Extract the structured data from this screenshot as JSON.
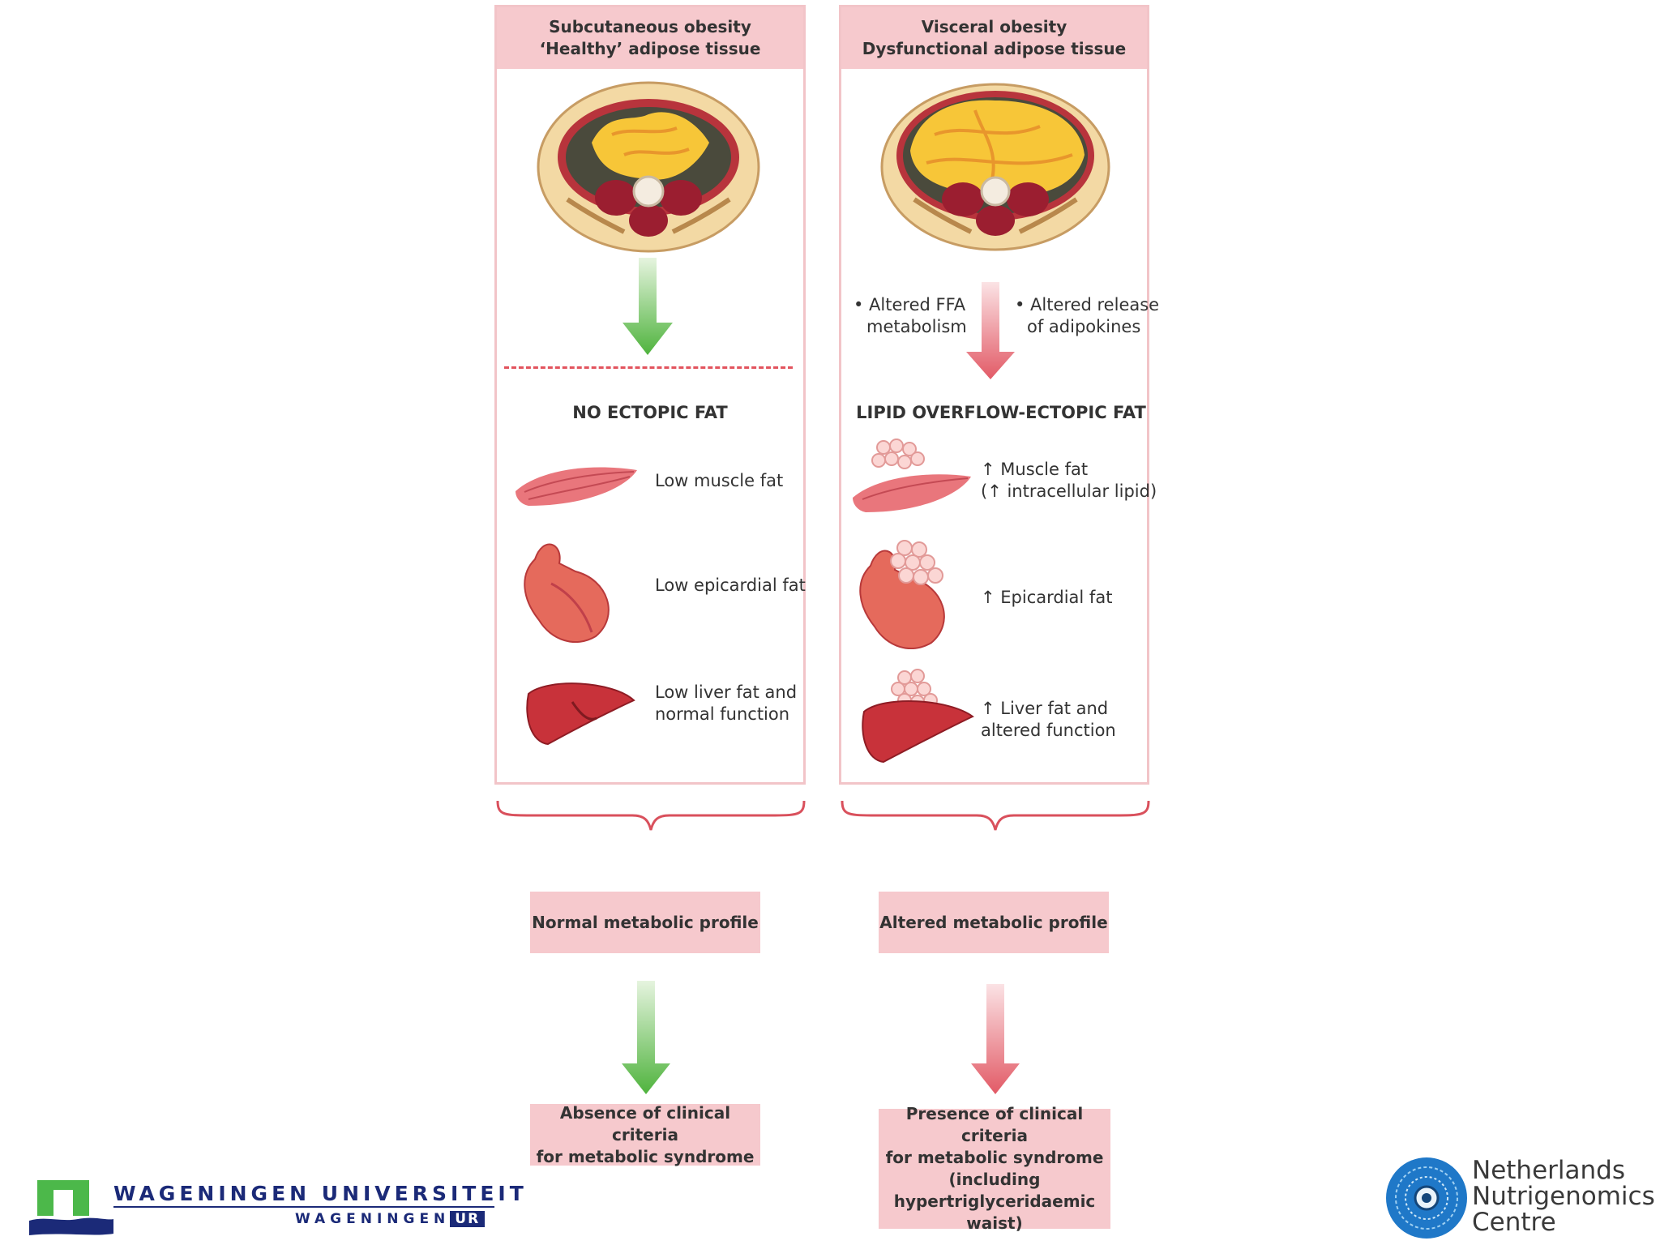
{
  "left": {
    "header": [
      "Subcutaneous obesity",
      "‘Healthy’ adipose tissue"
    ],
    "section_title": "NO ECTOPIC FAT",
    "items": [
      [
        "Low muscle fat"
      ],
      [
        "Low epicardial fat"
      ],
      [
        "Low liver fat and",
        "normal function"
      ]
    ],
    "profile": [
      "Normal metabolic profile"
    ],
    "criteria": [
      "Absence of clinical criteria",
      "for metabolic  syndrome"
    ]
  },
  "right": {
    "header": [
      "Visceral obesity",
      "Dysfunctional adipose tissue"
    ],
    "note_left": [
      "• Altered FFA",
      "metabolism"
    ],
    "note_right": [
      "• Altered release",
      "of adipokines"
    ],
    "section_title": "LIPID OVERFLOW-ECTOPIC FAT",
    "items": [
      [
        "↑ Muscle fat",
        "(↑ intracellular lipid)"
      ],
      [
        "↑ Epicardial fat"
      ],
      [
        "↑ Liver fat and",
        "altered function"
      ]
    ],
    "profile": [
      "Altered metabolic profile"
    ],
    "criteria": [
      "Presence of clinical criteria",
      "for metabolic syndrome",
      "(including",
      "hypertriglyceridaemic",
      "waist)"
    ]
  },
  "logos": {
    "wur_line1": "WAGENINGEN UNIVERSITEIT",
    "wur_line2": "WAGENINGEN",
    "wur_tag": "UR",
    "nnc": [
      "Netherlands",
      "Nutrigenomics",
      "Centre"
    ]
  },
  "colors": {
    "header_pink": "#f6c9cd",
    "panel_border": "#f2c4c8",
    "green_arrow": "#5cb948",
    "red_arrow": "#e8707a",
    "brand_blue": "#1b2a78"
  }
}
